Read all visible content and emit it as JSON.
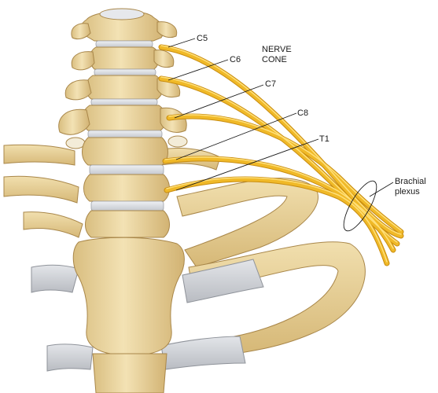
{
  "diagram": {
    "labels": {
      "c5": "C5",
      "c6": "C6",
      "c7": "C7",
      "c8": "C8",
      "t1": "T1",
      "nerve_cone_line1": "NERVE",
      "nerve_cone_line2": "CONE",
      "brachial_line1": "Brachial",
      "brachial_line2": "plexus"
    },
    "colors": {
      "bone": "#ecd7a2",
      "bone_shadow": "#c9a96a",
      "bone_outline": "#a9874a",
      "disc": "#d9dde2",
      "cartilage": "#c6c9cf",
      "nerve": "#f0b928",
      "nerve_dark": "#c88c0f",
      "nerve_light": "#ffe07a"
    }
  }
}
